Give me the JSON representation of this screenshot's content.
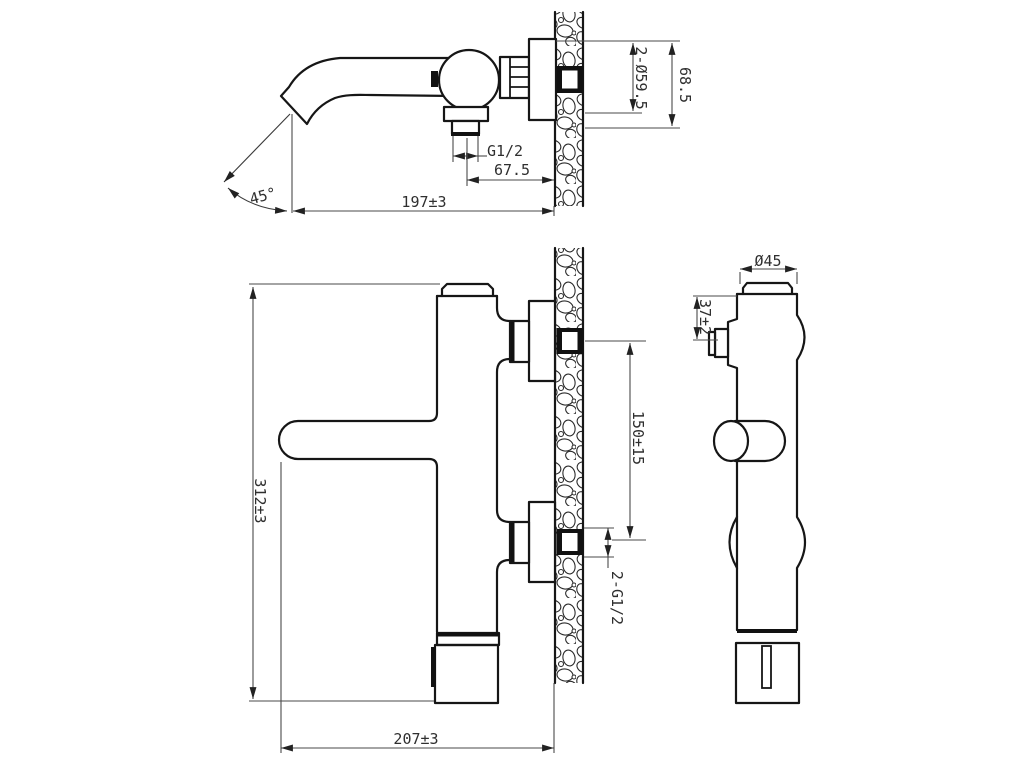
{
  "drawing": {
    "kind": "faucet-installation-dimension-drawing",
    "colors": {
      "background": "#ffffff",
      "object_line": "#161616",
      "dimension_line": "#4a4a4a",
      "connector_fill": "#111111"
    }
  },
  "dims": {
    "escutcheon_diameter": "2-Ø59.5",
    "spout_drop_height": "68.5",
    "spout_thread": "G1/2",
    "spout_wall_offset": "67.5",
    "spout_length": "197±3",
    "spout_angle": "45°",
    "body_height": "312±3",
    "inlet_spacing": "150±15",
    "inlet_thread": "2-G1/2",
    "overall_depth": "207±3",
    "body_diameter": "Ø45",
    "top_to_button": "37±2"
  }
}
